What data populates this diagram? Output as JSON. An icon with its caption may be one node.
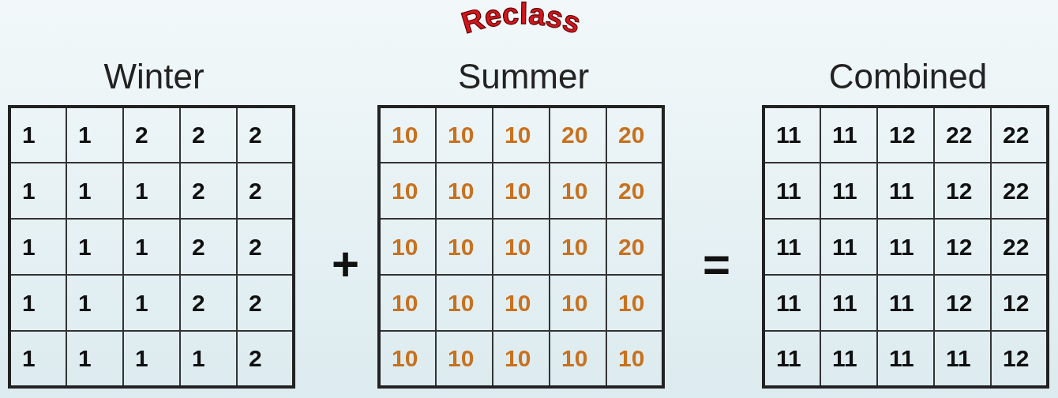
{
  "diagram": {
    "labels": [
      "Reclass",
      "Winter",
      "Summer",
      "Combined",
      "1",
      "1",
      "2",
      "2",
      "2",
      "1",
      "1",
      "1",
      "2",
      "2",
      "1",
      "1",
      "1",
      "2",
      "2",
      "1",
      "1",
      "1",
      "2",
      "2",
      "1",
      "1",
      "1",
      "1",
      "2",
      "10",
      "10",
      "10",
      "20",
      "20",
      "10",
      "10",
      "10",
      "10",
      "20",
      "10",
      "10",
      "10",
      "10",
      "20",
      "10",
      "10",
      "10",
      "10",
      "10",
      "10",
      "10",
      "10",
      "10",
      "10",
      "11",
      "11",
      "12",
      "22",
      "22",
      "11",
      "11",
      "11",
      "12",
      "22",
      "11",
      "11",
      "11",
      "12",
      "22",
      "11",
      "11",
      "11",
      "12",
      "12",
      "11",
      "11",
      "11",
      "11",
      "12",
      "+",
      "="
    ]
  }
}
